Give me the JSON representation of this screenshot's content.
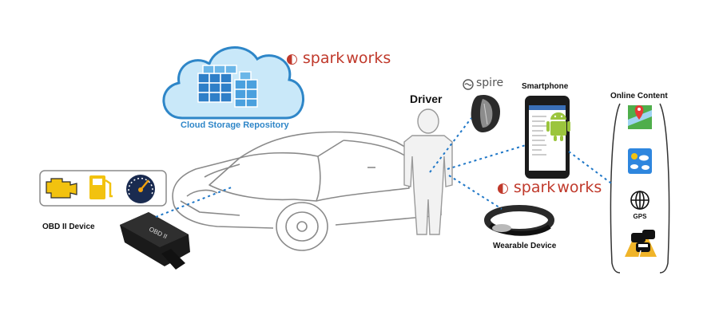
{
  "labels": {
    "cloud": "Cloud Storage Repository",
    "driver": "Driver",
    "smartphone": "Smartphone",
    "online_content": "Online Content",
    "obd": "OBD II Device",
    "wearable": "Wearable Device",
    "gps": "GPS"
  },
  "brands": {
    "sparkworks_spark": "spark",
    "sparkworks_works": "works",
    "spire": "spire"
  },
  "obd_dongle_text": "OBD II",
  "colors": {
    "cloud_blue": "#2e86c8",
    "brand_red": "#c0392b",
    "dash_line": "#1f77c7",
    "fuel_yellow": "#f2c20f",
    "gauge_navy": "#1a2b50"
  },
  "icons": {
    "dashboard": [
      "check-engine-icon",
      "fuel-pump-icon",
      "speedometer-icon"
    ],
    "online_content": [
      "map-pin-icon",
      "weather-icon",
      "gps-globe-icon",
      "traffic-icon"
    ]
  }
}
